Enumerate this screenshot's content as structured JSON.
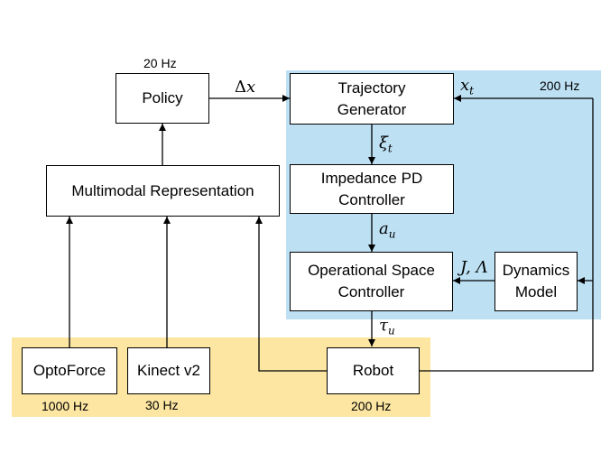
{
  "colors": {
    "controller_region": "#bde0f3",
    "hardware_region": "#fce6a2",
    "line": "#000000"
  },
  "boxes": {
    "policy": "Policy",
    "multimodal": "Multimodal Representation",
    "trajectory": "Trajectory\nGenerator",
    "impedance": "Impedance PD\nController",
    "opspace": "Operational Space\nController",
    "dynamics": "Dynamics\nModel",
    "optoforce": "OptoForce",
    "kinect": "Kinect v2",
    "robot": "Robot"
  },
  "rates": {
    "policy": "20 Hz",
    "controller": "200 Hz",
    "optoforce": "1000 Hz",
    "kinect": "30 Hz",
    "robot": "200 Hz"
  },
  "signals": {
    "delta_x_symbol": "Δ",
    "delta_x_var": "x",
    "x_t_base": "x",
    "x_t_sub": "t",
    "xi_t_base": "ξ",
    "xi_t_sub": "t",
    "a_u_base": "a",
    "a_u_sub": "u",
    "tau_u_base": "τ",
    "tau_u_sub": "u",
    "j_lambda": "J, Λ"
  }
}
